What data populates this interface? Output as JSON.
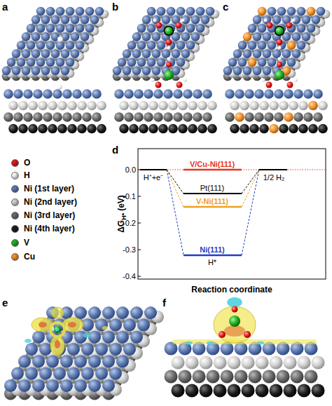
{
  "diagram": {
    "labels": [
      "a",
      "b",
      "c",
      "d",
      "ΔG",
      "H*",
      "(eV)",
      "0.0",
      "-0.1",
      "-0.2",
      "-0.3",
      "-0.4",
      "Reaction coordinate",
      "H⁺+e⁻",
      "1/2 H₂",
      "V/Cu-Ni(111)",
      "Pt(111)",
      "V-Ni(111)",
      "Ni(111)",
      "H*",
      "e",
      "f"
    ],
    "legend": [
      {
        "text": "O",
        "color": "#e01818"
      },
      {
        "text": "H",
        "color": "#f4f4f4"
      },
      {
        "text": "Ni (1st layer)",
        "color": "#5b78b0"
      },
      {
        "text": "Ni (2nd layer)",
        "color": "#cfcfcf"
      },
      {
        "text": "Ni (3rd layer)",
        "color": "#6a6a6a"
      },
      {
        "text": "Ni (4th layer)",
        "color": "#1e1e1e"
      },
      {
        "text": "V",
        "color": "#1fb01f"
      },
      {
        "text": "Cu",
        "color": "#f0922a"
      }
    ]
  }
}
